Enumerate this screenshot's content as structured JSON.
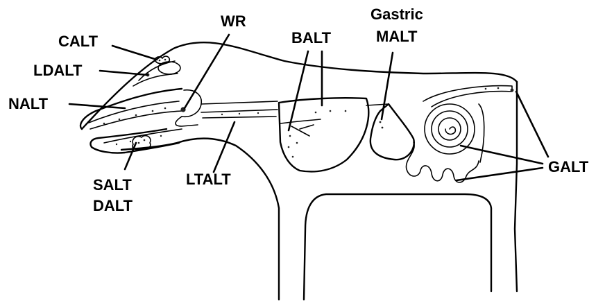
{
  "labels": {
    "calt": "CALT",
    "ldalt": "LDALT",
    "nalt": "NALT",
    "wr": "WR",
    "balt": "BALT",
    "gastric": "Gastric",
    "malt": "MALT",
    "galt": "GALT",
    "salt": "SALT",
    "dalt": "DALT",
    "ltalt": "LTALT"
  }
}
